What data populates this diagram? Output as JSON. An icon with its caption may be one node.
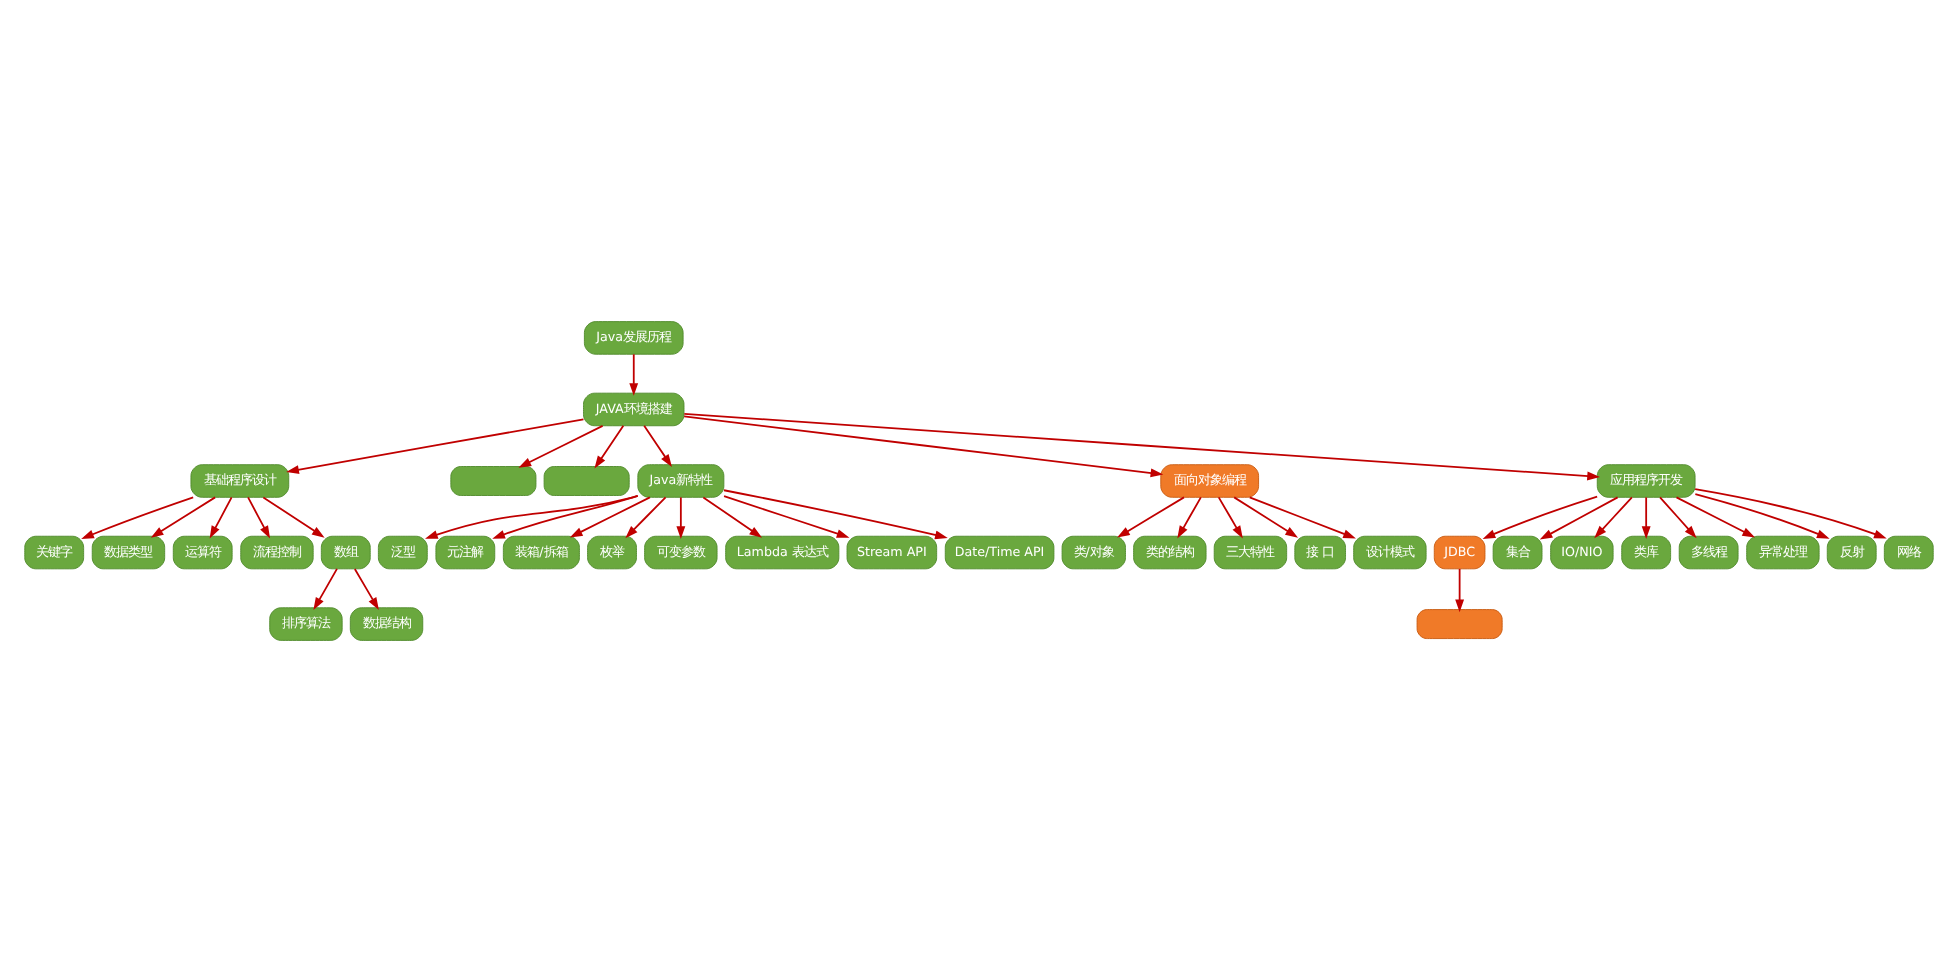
{
  "diagram": {
    "nodes": [
      {
        "text": [
          "Java发展历程"
        ]
      },
      {
        "text": [
          "JAVA环境搭建"
        ]
      },
      {
        "text": [
          "基础程序设计"
        ]
      },
      {
        "text": [
          "泛型"
        ]
      },
      {
        "text": [
          "元注解"
        ]
      },
      {
        "text": [
          "装箱/拆箱"
        ]
      },
      {
        "text": [
          "枚举"
        ]
      },
      {
        "text": [
          "可变参数"
        ]
      },
      {
        "text": [
          "Lambda 表达式"
        ]
      },
      {
        "text": [
          "Stream API"
        ]
      },
      {
        "text": [
          "Date/Time API"
        ]
      },
      {
        "text": [],
        "shape": "box"
      },
      {
        "text": [],
        "shape": "box"
      },
      {
        "text": [
          "Java新特性"
        ]
      },
      {
        "text": [
          "关键字"
        ]
      },
      {
        "text": [
          "数据类型"
        ]
      },
      {
        "text": [
          "运算符"
        ]
      },
      {
        "text": [
          "流程控制"
        ]
      },
      {
        "text": [
          "数组"
        ]
      },
      {
        "text": [
          "排序算法"
        ]
      },
      {
        "text": [
          "数据结构"
        ]
      },
      {
        "text": [
          "面向对象编程"
        ]
      },
      {
        "text": [
          "类/对象"
        ]
      },
      {
        "text": [
          "类的结构"
        ]
      },
      {
        "text": [
          "三大特性"
        ]
      },
      {
        "text": [
          "接 口"
        ]
      },
      {
        "text": [
          "设计模式"
        ]
      },
      {
        "text": [
          "应用程序开发"
        ]
      },
      {
        "text": [],
        "shape": "box"
      },
      {
        "text": [
          "JDBC"
        ]
      },
      {
        "text": [
          "集合"
        ]
      },
      {
        "text": [
          "IO/NIO"
        ]
      },
      {
        "text": [
          "类库"
        ]
      },
      {
        "text": [
          "多线程"
        ]
      },
      {
        "text": [
          "异常处理"
        ]
      },
      {
        "text": [
          "反射"
        ]
      },
      {
        "text": [
          "网络"
        ]
      }
    ],
    "edges": [
      {
        "from": 0,
        "to": 1,
        "arrow": "to"
      },
      {
        "from": 1,
        "to": 2,
        "arrow": "to"
      },
      {
        "from": 1,
        "to": 11,
        "arrow": "to"
      },
      {
        "from": 1,
        "to": 12,
        "arrow": "to"
      },
      {
        "from": 1,
        "to": 21,
        "arrow": "to"
      },
      {
        "from": 1,
        "to": 13,
        "arrow": "to"
      },
      {
        "from": 1,
        "to": 27,
        "arrow": "to"
      },
      {
        "from": 2,
        "to": 14,
        "arrow": "to"
      },
      {
        "from": 2,
        "to": 15,
        "arrow": "to"
      },
      {
        "from": 2,
        "to": 16,
        "arrow": "to"
      },
      {
        "from": 2,
        "to": 17,
        "arrow": "to"
      },
      {
        "from": 2,
        "to": 18,
        "arrow": "to"
      },
      {
        "from": 18,
        "to": 19,
        "arrow": "to"
      },
      {
        "from": 18,
        "to": 20,
        "arrow": "to"
      },
      {
        "from": 21,
        "to": 22,
        "arrow": "to"
      },
      {
        "from": 21,
        "to": 23,
        "arrow": "to"
      },
      {
        "from": 21,
        "to": 24,
        "arrow": "to"
      },
      {
        "from": 21,
        "to": 25,
        "arrow": "to"
      },
      {
        "from": 21,
        "to": 26,
        "arrow": "to"
      },
      {
        "from": 13,
        "to": 3,
        "arrow": "to"
      },
      {
        "from": 13,
        "to": 4,
        "arrow": "to"
      },
      {
        "from": 13,
        "to": 5,
        "arrow": "to"
      },
      {
        "from": 13,
        "to": 6,
        "arrow": "to"
      },
      {
        "from": 13,
        "to": 7,
        "arrow": "to"
      },
      {
        "from": 13,
        "to": 8,
        "arrow": "to"
      },
      {
        "from": 13,
        "to": 9,
        "arrow": "to"
      },
      {
        "from": 13,
        "to": 10,
        "arrow": "to"
      },
      {
        "from": 27,
        "to": 29,
        "arrow": "to"
      },
      {
        "from": 27,
        "to": 30,
        "arrow": "to"
      },
      {
        "from": 27,
        "to": 31,
        "arrow": "to"
      },
      {
        "from": 27,
        "to": 32,
        "arrow": "to"
      },
      {
        "from": 27,
        "to": 33,
        "arrow": "to"
      },
      {
        "from": 27,
        "to": 34,
        "arrow": "to"
      },
      {
        "from": 27,
        "to": 35,
        "arrow": "to"
      },
      {
        "from": 27,
        "to": 36,
        "arrow": "to"
      },
      {
        "from": 29,
        "to": 28,
        "arrow": "to"
      }
    ]
  }
}
